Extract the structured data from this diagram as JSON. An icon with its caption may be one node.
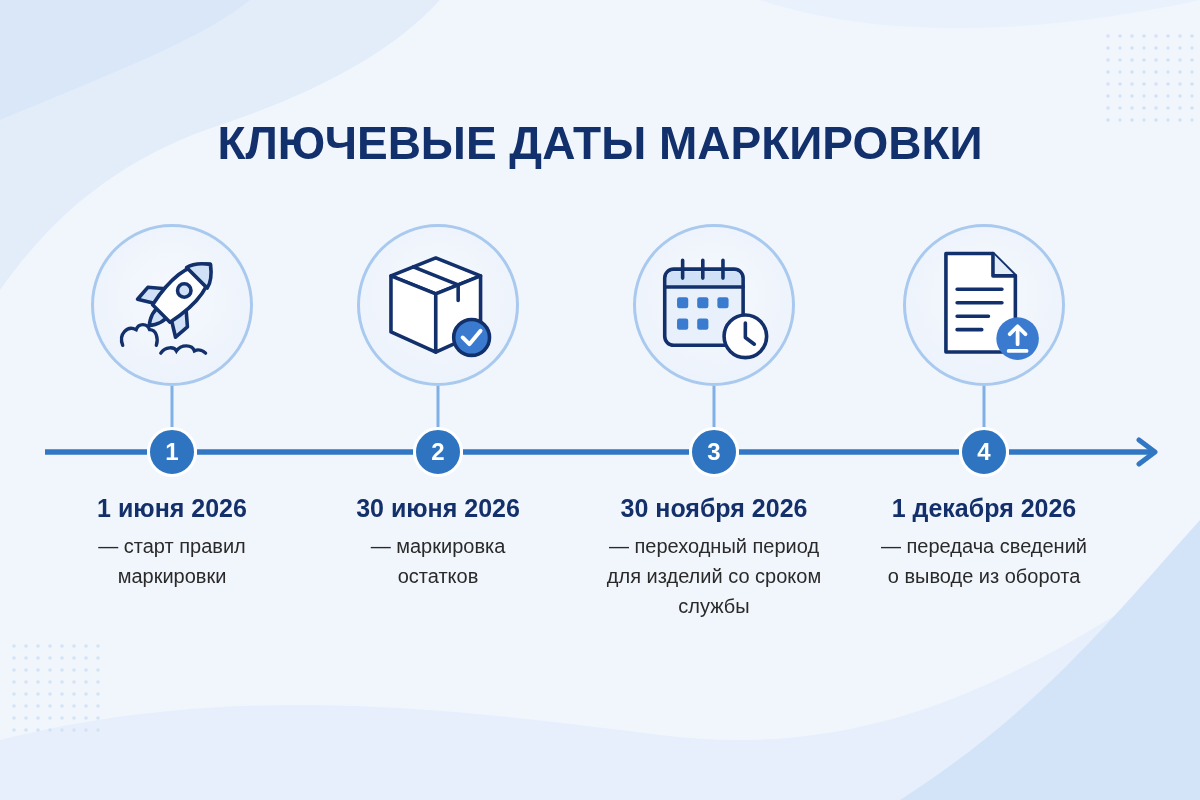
{
  "diagram": {
    "title": "КЛЮЧЕВЫЕ ДАТЫ МАРКИРОВКИ",
    "nodes": [
      {
        "text": [],
        "shape": "circle"
      },
      {
        "text": [],
        "shape": "circle"
      },
      {
        "text": [],
        "shape": "circle"
      },
      {
        "text": [],
        "shape": "circle"
      },
      {
        "text": [
          "1"
        ],
        "beside": [
          "1 июня 2026",
          "— старт правил маркировки"
        ]
      },
      {
        "text": [
          "2"
        ],
        "beside": [
          "30 июня 2026",
          "— маркировка остатков"
        ]
      },
      {
        "text": [
          "3"
        ],
        "beside": [
          "30 ноября 2026",
          "— переходный период для изделий со сроком службы"
        ]
      },
      {
        "text": [
          "4"
        ],
        "beside": [
          "1 декабря 2026",
          "— передача сведений о выводе из оборота"
        ]
      }
    ],
    "edges": [
      {
        "from": null,
        "to": 4,
        "arrow": "none"
      },
      {
        "from": 4,
        "to": 5,
        "arrow": "none"
      },
      {
        "from": 5,
        "to": 6,
        "arrow": "none"
      },
      {
        "from": 6,
        "to": 7,
        "arrow": "none"
      },
      {
        "from": 7,
        "to": null,
        "arrow": "to"
      },
      {
        "from": 0,
        "to": 4,
        "arrow": "none",
        "color": "#7fb0e6"
      },
      {
        "from": 1,
        "to": 5,
        "arrow": "none",
        "color": "#7fb0e6"
      },
      {
        "from": 2,
        "to": 6,
        "arrow": "none",
        "color": "#7fb0e6"
      },
      {
        "from": 3,
        "to": 7,
        "arrow": "none",
        "color": "#7fb0e6"
      }
    ]
  }
}
